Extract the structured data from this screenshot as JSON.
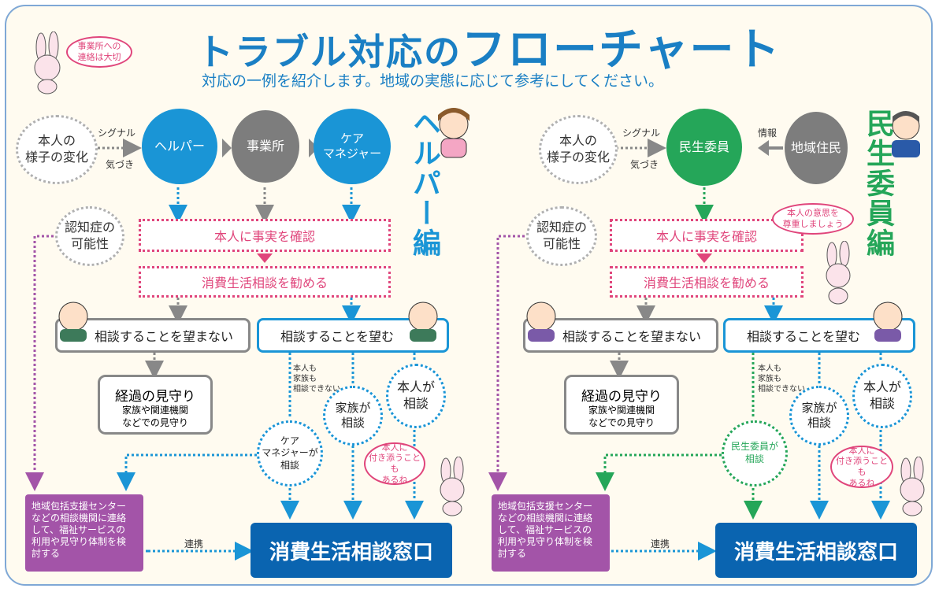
{
  "title": {
    "part1": "トラブル対応の",
    "part2": "フローチャート"
  },
  "subtitle": "対応の一例を紹介します。地域の実態に応じて参考にしてください。",
  "bubble_top": "事業所への 連絡は大切",
  "left": {
    "side_label": "ヘルパー編",
    "change": "本人の 様子の変化",
    "signal": "シグナル",
    "notice": "気づき",
    "helper": "ヘルパー",
    "office": "事業所",
    "care_manager": "ケア マネジャー",
    "dementia": "認知症の 可能性",
    "confirm": "本人に事実を確認",
    "recommend": "消費生活相談を勧める",
    "not_want": "相談することを望まない",
    "want": "相談することを望む",
    "watch_title": "経過の見守り",
    "watch_sub": "家族や関連機関 などでの見守り",
    "cannot": "本人も 家族も 相談できない",
    "family": "家族が 相談",
    "self": "本人が 相談",
    "proxy": "ケア マネジャーが 相談",
    "accompany": "本人に 付き添うことも あるね",
    "center": "地域包括支援センター などの相談機関に連絡 して、福祉サービスの 利用や見守り体制を検 討する",
    "cooperate": "連携",
    "window": "消費生活相談窓口"
  },
  "right": {
    "side_label": "民生委員編",
    "change": "本人の 様子の変化",
    "signal": "シグナル",
    "notice": "気づき",
    "commissioner": "民生委員",
    "info": "情報",
    "resident": "地域住民",
    "dementia": "認知症の 可能性",
    "respect": "本人の意思を 尊重しましょう",
    "confirm": "本人に事実を確認",
    "recommend": "消費生活相談を勧める",
    "not_want": "相談することを望まない",
    "want": "相談することを望む",
    "watch_title": "経過の見守り",
    "watch_sub": "家族や関連機関 などでの見守り",
    "cannot": "本人も 家族も 相談できない",
    "family": "家族が 相談",
    "self": "本人が 相談",
    "proxy": "民生委員が 相談",
    "accompany": "本人に 付き添うことも あるね",
    "center": "地域包括支援センター などの相談機関に連絡 して、福祉サービスの 利用や見守り体制を検 討する",
    "cooperate": "連携",
    "window": "消費生活相談窓口"
  },
  "colors": {
    "blue": "#1a95d6",
    "gray": "#7d7d7d",
    "green": "#25a659",
    "pink": "#e0457b",
    "purple": "#a354a8",
    "navy": "#0a64b0",
    "title": "#1a7fc4"
  }
}
